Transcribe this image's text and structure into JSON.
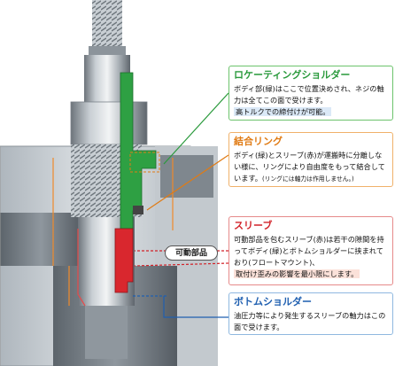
{
  "boxes": {
    "locating": {
      "title": "ロケーティングショルダー",
      "line1": "ボディ部(緑)はここで位置決めされ、ネジの軸力は全てこの面で受けます。",
      "line2": "高トルクでの締付けが可能。"
    },
    "ring": {
      "title": "結合リング",
      "line1": "ボディ(緑)とスリーブ(赤)が運搬時に分離しない様に、リングにより自由度をもって結合しています。",
      "note": "(リングには軸力は作用しません。)"
    },
    "sleeve": {
      "title": "スリーブ",
      "line1": "可動部品を包むスリーブ(赤)は若干の隙間を持ってボディ(緑)とボトムショルダーに挟まれており(フロートマウント)、",
      "line2": "取付け歪みの影響を最小限にします。"
    },
    "bottom": {
      "title": "ボトムショルダー",
      "line1": "油圧力等により発生するスリーブの軸力はこの面で受けます。"
    }
  },
  "callout_label": "可動部品",
  "colors": {
    "green": "#2a9a3c",
    "orange": "#e07b14",
    "red": "#d2232a",
    "blue": "#1f5fb0",
    "steel": "#9aa3ab"
  }
}
